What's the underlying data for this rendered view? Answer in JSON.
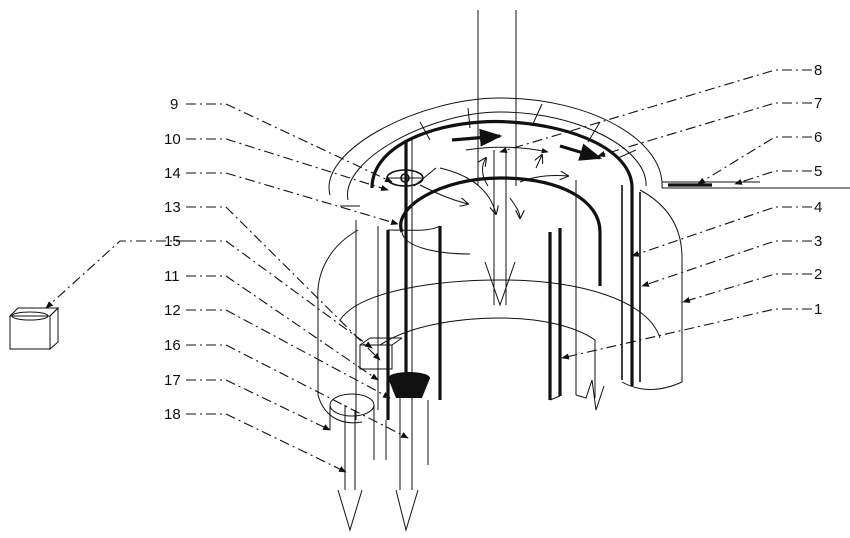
{
  "labels": {
    "l1": "1",
    "l2": "2",
    "l3": "3",
    "l4": "4",
    "l5": "5",
    "l6": "6",
    "l7": "7",
    "l8": "8",
    "l9": "9",
    "l10": "10",
    "l11": "11",
    "l12": "12",
    "l13": "13",
    "l14": "14",
    "l15": "15",
    "l16": "16",
    "l17": "17",
    "l18": "18"
  },
  "colors": {
    "line": "#111111",
    "background": "#ffffff"
  }
}
